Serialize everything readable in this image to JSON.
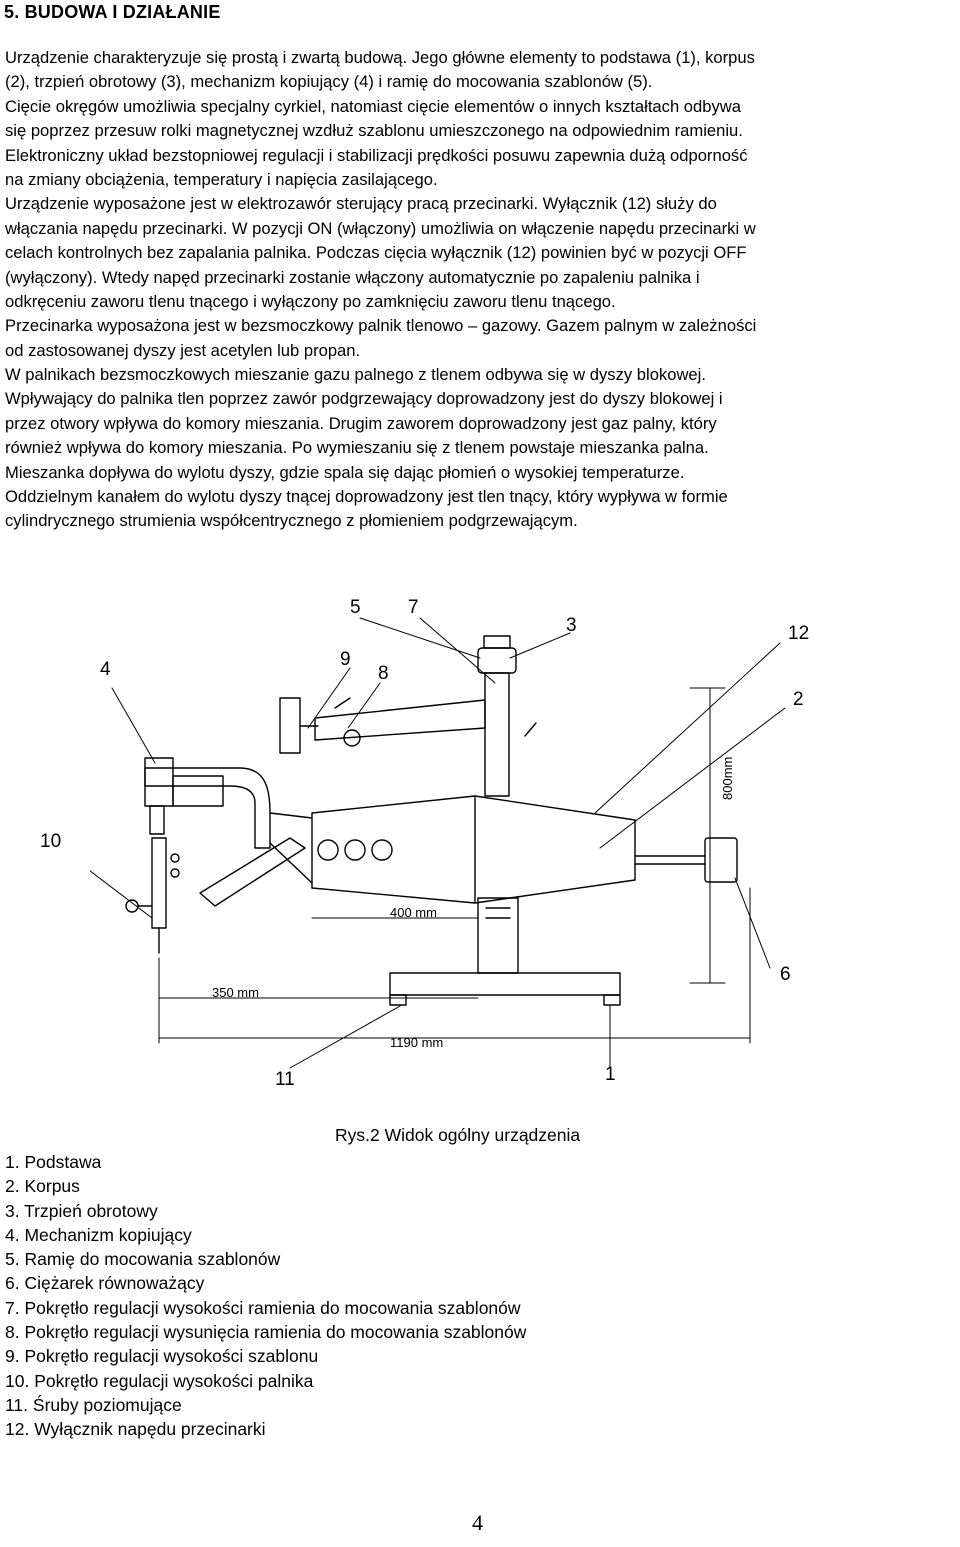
{
  "heading": "5. BUDOWA I DZIAŁANIE",
  "paragraph_lines": [
    "Urządzenie charakteryzuje się prostą i zwartą budową. Jego główne elementy to podstawa (1), korpus",
    "(2), trzpień obrotowy (3), mechanizm kopiujący (4) i ramię do mocowania szablonów (5).",
    "Cięcie okręgów umożliwia specjalny cyrkiel, natomiast cięcie elementów o innych kształtach odbywa",
    "się poprzez przesuw rolki magnetycznej wzdłuż szablonu umieszczonego na odpowiednim ramieniu.",
    "Elektroniczny układ bezstopniowej regulacji i stabilizacji prędkości posuwu zapewnia dużą odporność",
    "na zmiany obciążenia, temperatury i napięcia zasilającego.",
    "Urządzenie  wyposażone jest w elektrozawór sterujący pracą przecinarki. Wyłącznik (12) służy do",
    "włączania napędu przecinarki. W pozycji ON (włączony) umożliwia on włączenie napędu przecinarki w",
    "celach kontrolnych bez zapalania palnika. Podczas cięcia wyłącznik (12) powinien być w pozycji OFF",
    "(wyłączony). Wtedy napęd przecinarki zostanie włączony automatycznie po zapaleniu palnika i",
    "odkręceniu zaworu tlenu tnącego i wyłączony po zamknięciu zaworu tlenu tnącego.",
    "Przecinarka wyposażona jest w bezsmoczkowy palnik tlenowo – gazowy. Gazem palnym w zależności",
    "od zastosowanej dyszy jest acetylen lub propan.",
    "W palnikach bezsmoczkowych mieszanie gazu palnego z tlenem odbywa się w dyszy blokowej.",
    "Wpływający do palnika tlen poprzez zawór podgrzewający doprowadzony jest do dyszy blokowej i",
    "przez otwory wpływa do komory mieszania. Drugim zaworem doprowadzony jest gaz palny, który",
    "również wpływa do komory mieszania. Po wymieszaniu się z tlenem powstaje mieszanka palna.",
    "Mieszanka dopływa do wylotu dyszy, gdzie spala się dając płomień o wysokiej temperaturze.",
    "Oddzielnym kanałem do wylotu dyszy tnącej doprowadzony jest tlen tnący, który wypływa w formie",
    "cylindrycznego strumienia współcentrycznego z płomieniem podgrzewającym."
  ],
  "figure": {
    "callouts": [
      "5",
      "7",
      "3",
      "12",
      "4",
      "9",
      "8",
      "2",
      "10",
      "6",
      "11",
      "1"
    ],
    "dimensions": {
      "height": "800mm",
      "arm": "400 mm",
      "reach": "350 mm",
      "length": "1190 mm"
    },
    "caption": "Rys.2 Widok ogólny urządzenia"
  },
  "legend": [
    "1. Podstawa",
    "2. Korpus",
    "3. Trzpień obrotowy",
    "4. Mechanizm kopiujący",
    "5. Ramię do mocowania szablonów",
    "6. Ciężarek równoważący",
    "7. Pokrętło regulacji wysokości ramienia do mocowania szablonów",
    "8. Pokrętło regulacji wysunięcia ramienia do mocowania szablonów",
    "9. Pokrętło regulacji wysokości szablonu",
    "10. Pokrętło regulacji wysokości palnika",
    "11. Śruby poziomujące",
    "12. Wyłącznik napędu przecinarki"
  ],
  "page_number": "4"
}
